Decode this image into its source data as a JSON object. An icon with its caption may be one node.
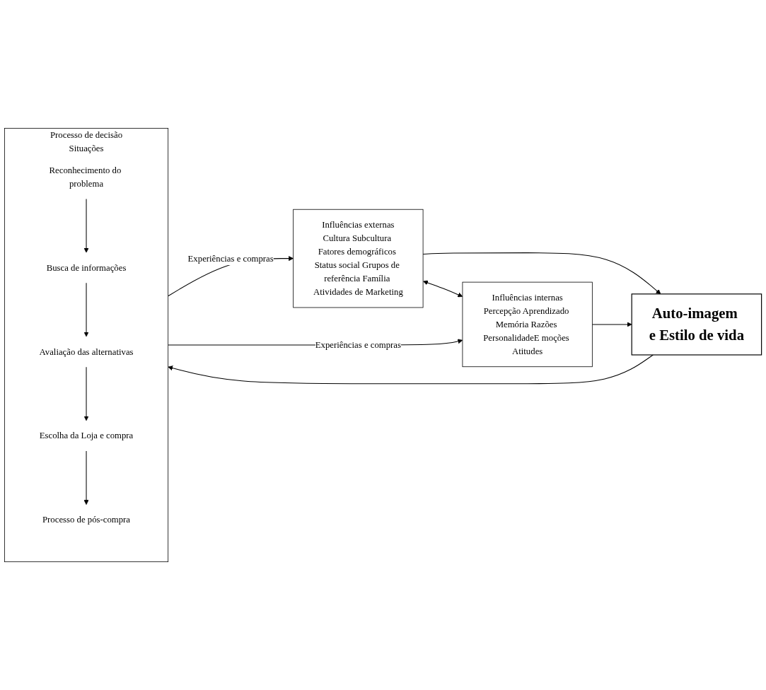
{
  "diagram": {
    "nodes": [
      {
        "text": [
          "Influências externas",
          "Cultura Subcultura Fatores demográficos Status social Grupos de referência Família Atividades de Marketing"
        ]
      },
      {
        "text": [
          "Influências internas",
          "Percepção Aprendizado Memória Razões PersonalidadeE moções Atitudes"
        ]
      },
      {
        "text": [
          "Auto-imagem e Estilo de vida"
        ]
      },
      {
        "text": [
          "Processo de decisão",
          "Situações"
        ]
      },
      {
        "text": [
          "Reconhecimento do problema"
        ],
        "in": 3
      },
      {
        "text": [
          "Busca de informações"
        ],
        "in": 3
      },
      {
        "text": [
          "Avaliação das alternativas"
        ],
        "in": 3
      },
      {
        "text": [
          "Escolha da Loja e compra"
        ],
        "in": 3
      },
      {
        "text": [
          "Processo de pós-compra"
        ],
        "in": 3
      }
    ],
    "edges": [
      {
        "from": 3,
        "to": 0,
        "label": "Experiências e compras",
        "arrow": "to"
      },
      {
        "from": 0,
        "to": 2,
        "arrow": "to"
      },
      {
        "from": 0,
        "to": 1,
        "arrow": "both"
      },
      {
        "from": 1,
        "to": 2,
        "arrow": "to"
      },
      {
        "from": 2,
        "to": 3,
        "arrow": "to"
      },
      {
        "from": 4,
        "to": 5,
        "arrow": "to"
      },
      {
        "from": 5,
        "to": 6,
        "arrow": "to"
      },
      {
        "from": 6,
        "to": 7,
        "arrow": "to"
      },
      {
        "from": 7,
        "to": 8,
        "arrow": "to"
      },
      {
        "from": 3,
        "to": 1,
        "label": "Experiências e compras",
        "arrow": "to"
      }
    ]
  }
}
